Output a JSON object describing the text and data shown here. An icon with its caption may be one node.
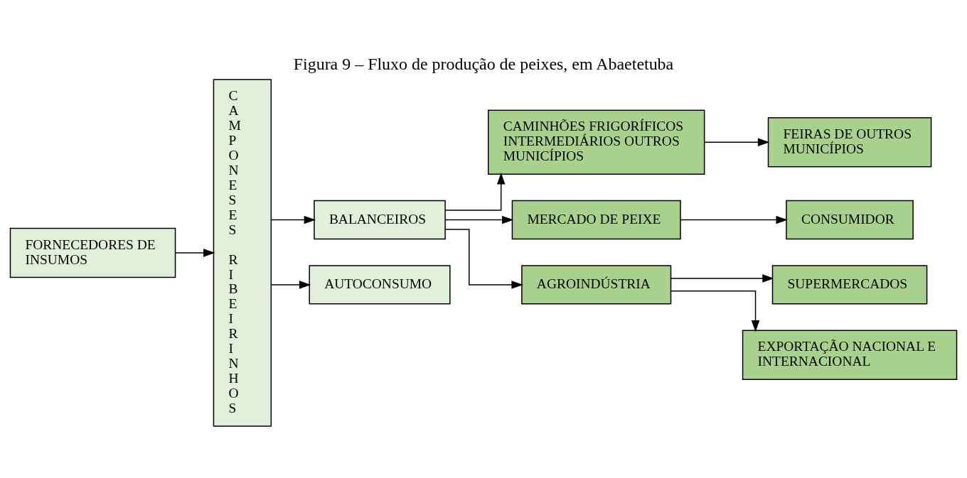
{
  "diagram": {
    "title": "Figura 9 – Fluxo de produção de peixes, em Abaetetuba",
    "nodes": [
      {
        "text": [
          "FORNECEDORES DE INSUMOS"
        ]
      },
      {
        "text": [
          "CAMPONESES RIBEIRINHOS"
        ]
      },
      {
        "text": [
          "BALANCEIROS"
        ]
      },
      {
        "text": [
          "AUTOCONSUMO"
        ]
      },
      {
        "text": [
          "CAMINHÕES FRIGORÍFICOS INTERMEDIÁRIOS OUTROS MUNICÍPIOS"
        ]
      },
      {
        "text": [
          "MERCADO DE PEIXE"
        ]
      },
      {
        "text": [
          "AGROINDÚSTRIA"
        ]
      },
      {
        "text": [
          "FEIRAS DE OUTROS MUNICÍPIOS"
        ]
      },
      {
        "text": [
          "CONSUMIDOR"
        ]
      },
      {
        "text": [
          "SUPERMERCADOS"
        ]
      },
      {
        "text": [
          "EXPORTAÇÃO NACIONAL E INTERNACIONAL"
        ]
      }
    ],
    "edges": [
      {
        "from": 0,
        "to": 1,
        "arrow": "to"
      },
      {
        "from": 1,
        "to": 2,
        "arrow": "to"
      },
      {
        "from": 1,
        "to": 3,
        "arrow": "to"
      },
      {
        "from": 2,
        "to": 4,
        "arrow": "to"
      },
      {
        "from": 2,
        "to": 5,
        "arrow": "to"
      },
      {
        "from": 2,
        "to": 6,
        "arrow": "to"
      },
      {
        "from": 4,
        "to": 7,
        "arrow": "to"
      },
      {
        "from": 5,
        "to": 8,
        "arrow": "to"
      },
      {
        "from": 6,
        "to": 9,
        "arrow": "to"
      },
      {
        "from": 6,
        "to": 10,
        "arrow": "to"
      }
    ]
  }
}
